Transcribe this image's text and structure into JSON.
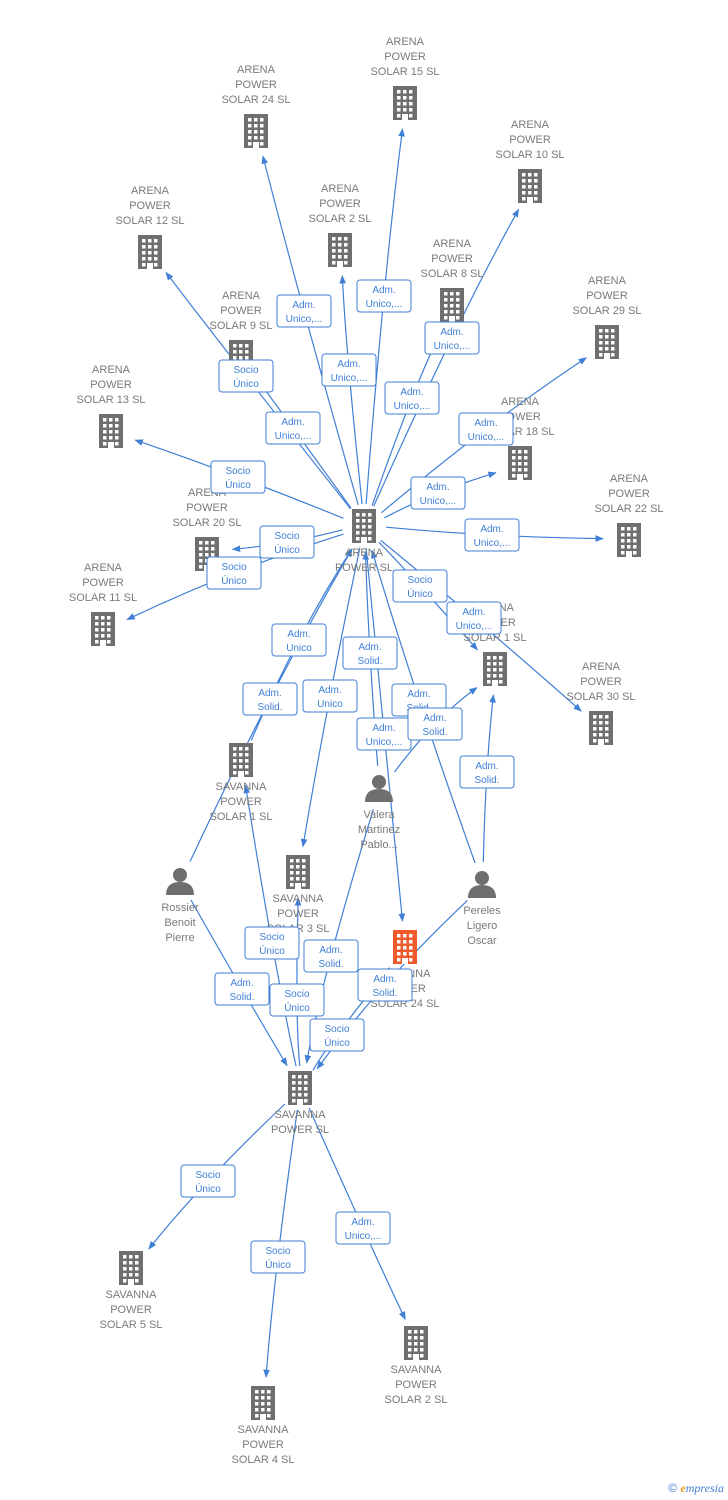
{
  "colors": {
    "edge": "#3f7fd6",
    "building": "#6f6f6f",
    "building_focus": "#ee5a2a",
    "person": "#6f6f6f",
    "label": "#7a7a7a"
  },
  "nodes": [
    {
      "id": "ap",
      "kind": "company",
      "lines": [
        "ARENA",
        "POWER  SL"
      ]
    },
    {
      "id": "ap15",
      "kind": "company",
      "lines": [
        "ARENA",
        "POWER",
        "SOLAR 15  SL"
      ]
    },
    {
      "id": "ap24",
      "kind": "company",
      "lines": [
        "ARENA",
        "POWER",
        "SOLAR 24  SL"
      ]
    },
    {
      "id": "ap10",
      "kind": "company",
      "lines": [
        "ARENA",
        "POWER",
        "SOLAR 10  SL"
      ]
    },
    {
      "id": "ap12",
      "kind": "company",
      "lines": [
        "ARENA",
        "POWER",
        "SOLAR 12  SL"
      ]
    },
    {
      "id": "ap2",
      "kind": "company",
      "lines": [
        "ARENA",
        "POWER",
        "SOLAR 2  SL"
      ]
    },
    {
      "id": "ap8",
      "kind": "company",
      "lines": [
        "ARENA",
        "POWER",
        "SOLAR 8  SL"
      ]
    },
    {
      "id": "ap29",
      "kind": "company",
      "lines": [
        "ARENA",
        "POWER",
        "SOLAR 29  SL"
      ]
    },
    {
      "id": "ap9",
      "kind": "company",
      "lines": [
        "ARENA",
        "POWER",
        "SOLAR 9  SL"
      ]
    },
    {
      "id": "ap13",
      "kind": "company",
      "lines": [
        "ARENA",
        "POWER",
        "SOLAR 13  SL"
      ]
    },
    {
      "id": "ap18",
      "kind": "company",
      "lines": [
        "ARENA",
        "POWER",
        "SOLAR 18  SL"
      ]
    },
    {
      "id": "ap20",
      "kind": "company",
      "lines": [
        "ARENA",
        "POWER",
        "SOLAR 20  SL"
      ]
    },
    {
      "id": "ap22",
      "kind": "company",
      "lines": [
        "ARENA",
        "POWER",
        "SOLAR 22  SL"
      ]
    },
    {
      "id": "ap11",
      "kind": "company",
      "lines": [
        "ARENA",
        "POWER",
        "SOLAR 11  SL"
      ]
    },
    {
      "id": "ap1",
      "kind": "company",
      "lines": [
        "ARENA",
        "POWER",
        "SOLAR 1  SL"
      ]
    },
    {
      "id": "ap30",
      "kind": "company",
      "lines": [
        "ARENA",
        "POWER",
        "SOLAR 30  SL"
      ]
    },
    {
      "id": "sp1",
      "kind": "company",
      "lines": [
        "SAVANNA",
        "POWER",
        "SOLAR 1  SL"
      ]
    },
    {
      "id": "sp3",
      "kind": "company",
      "lines": [
        "SAVANNA",
        "POWER",
        "SOLAR 3  SL"
      ]
    },
    {
      "id": "sp24",
      "kind": "company",
      "focus": true,
      "lines": [
        "SAVANNA",
        "POWER",
        "SOLAR 24  SL"
      ]
    },
    {
      "id": "sp",
      "kind": "company",
      "lines": [
        "SAVANNA",
        "POWER  SL"
      ]
    },
    {
      "id": "sp5",
      "kind": "company",
      "lines": [
        "SAVANNA",
        "POWER",
        "SOLAR 5  SL"
      ]
    },
    {
      "id": "sp4",
      "kind": "company",
      "lines": [
        "SAVANNA",
        "POWER",
        "SOLAR 4  SL"
      ]
    },
    {
      "id": "sp2",
      "kind": "company",
      "lines": [
        "SAVANNA",
        "POWER",
        "SOLAR 2  SL"
      ]
    },
    {
      "id": "valera",
      "kind": "person",
      "lines": [
        "Valera",
        "Martinez",
        "Pablo..."
      ]
    },
    {
      "id": "rossier",
      "kind": "person",
      "lines": [
        "Rossier",
        "Benoit",
        "Pierre"
      ]
    },
    {
      "id": "pereles",
      "kind": "person",
      "lines": [
        "Pereles",
        "Ligero",
        "Oscar"
      ]
    }
  ],
  "edges": [
    {
      "from": "ap",
      "to": "ap15",
      "lines": [
        "Adm.",
        "Unico,..."
      ]
    },
    {
      "from": "ap",
      "to": "ap24",
      "lines": [
        "Adm.",
        "Unico,..."
      ]
    },
    {
      "from": "ap",
      "to": "ap2",
      "lines": [
        "Adm.",
        "Unico,..."
      ]
    },
    {
      "from": "ap",
      "to": "ap10",
      "lines": [
        "Adm.",
        "Unico,..."
      ]
    },
    {
      "from": "ap",
      "to": "ap12",
      "lines": [
        "Socio",
        "Único"
      ]
    },
    {
      "from": "ap",
      "to": "ap8",
      "lines": [
        "Adm.",
        "Unico,..."
      ]
    },
    {
      "from": "ap",
      "to": "ap9",
      "lines": [
        "Adm.",
        "Unico,..."
      ]
    },
    {
      "from": "ap",
      "to": "ap29",
      "lines": [
        "Adm.",
        "Unico,..."
      ]
    },
    {
      "from": "ap",
      "to": "ap13",
      "lines": [
        "Socio",
        "Único"
      ]
    },
    {
      "from": "ap",
      "to": "ap18",
      "lines": [
        "Adm.",
        "Unico,..."
      ]
    },
    {
      "from": "ap",
      "to": "ap20",
      "lines": [
        "Socio",
        "Único"
      ]
    },
    {
      "from": "ap",
      "to": "ap11",
      "lines": [
        "Socio",
        "Único"
      ]
    },
    {
      "from": "ap",
      "to": "ap22",
      "lines": [
        "Adm.",
        "Unico,..."
      ]
    },
    {
      "from": "ap",
      "to": "ap1",
      "lines": [
        "Socio",
        "Único"
      ]
    },
    {
      "from": "ap",
      "to": "ap30",
      "lines": [
        "Adm.",
        "Unico,..."
      ]
    },
    {
      "from": "sp1",
      "to": "ap",
      "lines": [
        "Adm.",
        "Unico"
      ]
    },
    {
      "from": "rossier",
      "to": "ap",
      "lines": [
        "Adm.",
        "Solid."
      ]
    },
    {
      "from": "ap",
      "to": "sp3",
      "lines": [
        "Adm.",
        "Unico"
      ]
    },
    {
      "from": "valera",
      "to": "ap",
      "lines": [
        "Adm.",
        "Solid."
      ]
    },
    {
      "from": "ap",
      "to": "sp24",
      "lines": [
        "Adm.",
        "Unico,..."
      ]
    },
    {
      "from": "pereles",
      "to": "ap",
      "lines": [
        "Adm.",
        "Solid."
      ]
    },
    {
      "from": "valera",
      "to": "ap1",
      "lines": [
        "Adm.",
        "Solid."
      ]
    },
    {
      "from": "pereles",
      "to": "ap1",
      "lines": [
        "Adm.",
        "Solid."
      ]
    },
    {
      "from": "sp",
      "to": "sp1",
      "lines": [
        "Socio",
        "Único"
      ]
    },
    {
      "from": "sp",
      "to": "sp3",
      "lines": [
        "Socio",
        "Único"
      ]
    },
    {
      "from": "valera",
      "to": "sp",
      "lines": [
        "Adm.",
        "Solid."
      ]
    },
    {
      "from": "rossier",
      "to": "sp",
      "lines": [
        "Adm.",
        "Solid."
      ]
    },
    {
      "from": "pereles",
      "to": "sp",
      "lines": [
        "Adm.",
        "Solid."
      ]
    },
    {
      "from": "sp",
      "to": "sp24",
      "lines": [
        "Socio",
        "Único"
      ]
    },
    {
      "from": "sp",
      "to": "sp5",
      "lines": [
        "Socio",
        "Único"
      ]
    },
    {
      "from": "sp",
      "to": "sp4",
      "lines": [
        "Socio",
        "Único"
      ]
    },
    {
      "from": "sp",
      "to": "sp2",
      "lines": [
        "Adm.",
        "Unico,..."
      ]
    }
  ],
  "footer": {
    "copyright": "©",
    "brand_initial": "e",
    "brand_rest": "mpresia"
  }
}
